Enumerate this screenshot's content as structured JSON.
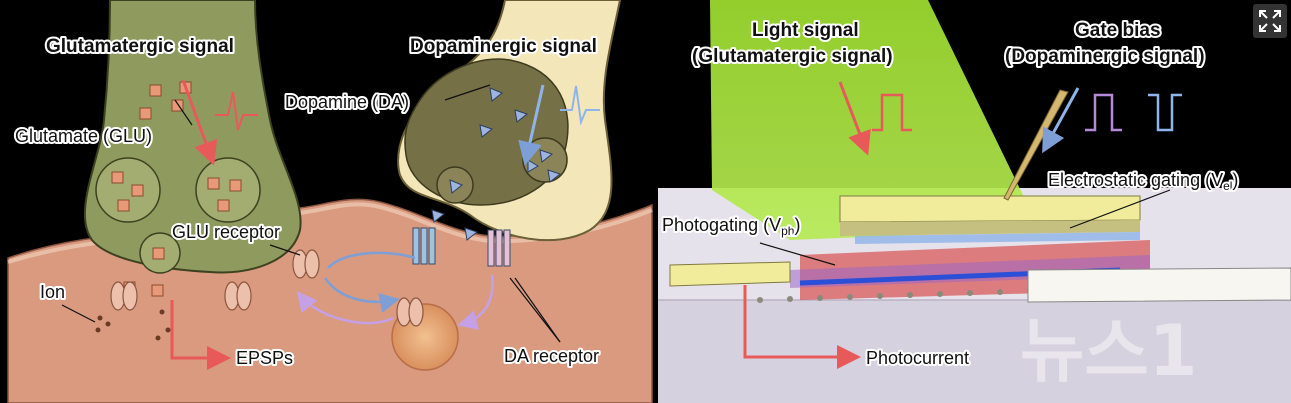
{
  "left_panel": {
    "title_glu": "Glutamatergic signal",
    "title_da": "Dopaminergic signal",
    "label_glutamate": "Glutamate (GLU)",
    "label_dopamine": "Dopamine (DA)",
    "label_glu_receptor": "GLU receptor",
    "label_ion": "Ion",
    "label_epsps": "EPSPs",
    "label_da_receptor": "DA receptor"
  },
  "right_panel": {
    "title_light_1": "Light signal",
    "title_light_2": "(Glutamatergic signal)",
    "title_gate_1": "Gate bias",
    "title_gate_2": "(Dopaminergic signal)",
    "label_electrostatic": "Electrostatic gating (V",
    "label_electrostatic_sub": "el",
    "label_electrostatic_end": ")",
    "label_photogating": "Photogating (V",
    "label_photogating_sub": "ph",
    "label_photogating_end": ")",
    "label_photocurrent": "Photocurrent"
  },
  "watermark": "뉴스1",
  "icons": {
    "expand": "expand-icon"
  },
  "colors": {
    "neuron_green": "#8f9a5f",
    "neuron_cream": "#f3e6b8",
    "skin": "#d89a80",
    "light_green": "#a8e23a",
    "signal_red": "#e85a5a",
    "signal_purple": "#b389d8",
    "signal_blue": "#8fb4ea"
  }
}
